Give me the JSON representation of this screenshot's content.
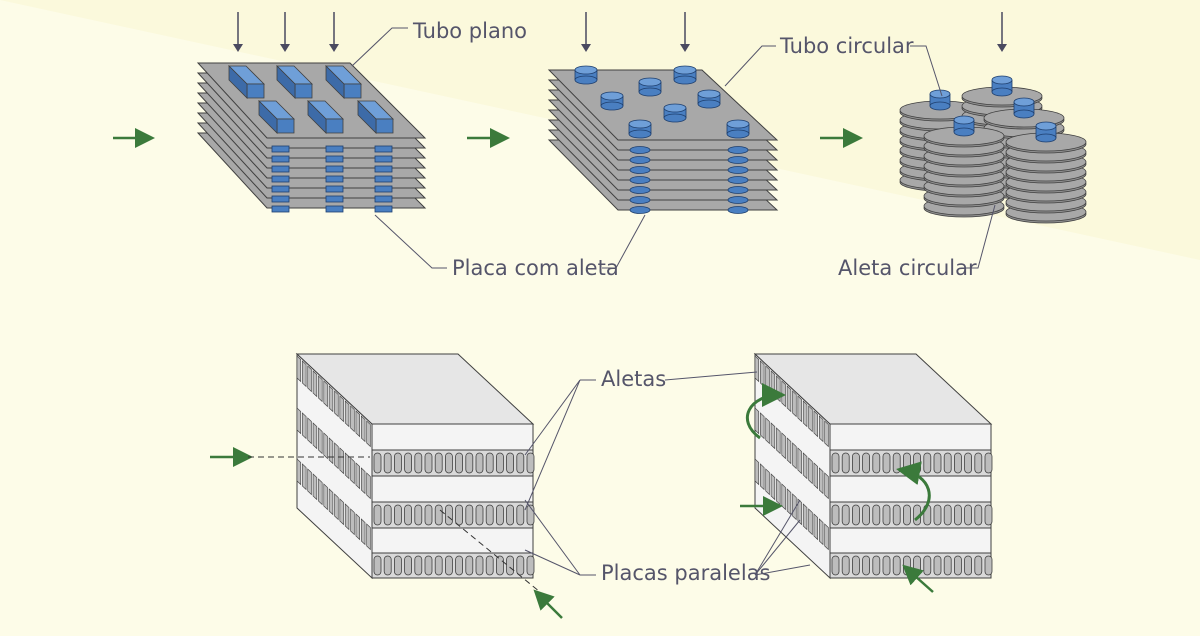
{
  "labels": {
    "flat_tube": "Tubo plano",
    "circular_tube": "Tubo circular",
    "finned_plate": "Placa com aleta",
    "circular_fin": "Aleta circular",
    "fins": "Aletas",
    "parallel_plates": "Placas paralelas"
  },
  "colors": {
    "background": "#fdfce8",
    "background_band": "#fbf9e0",
    "plate_fill": "#a8a8a8",
    "plate_stroke": "#404040",
    "tube_front": "#4a7fc1",
    "tube_top": "#6f9fd8",
    "tube_stroke": "#1e3f6e",
    "flow_arrow": "#3b7a3b",
    "input_arrow": "#4a4a60",
    "leader_line": "#55556a",
    "block_top": "#e6e6e6",
    "block_side": "#f4f4f4",
    "fin_fill": "#bdbdbd"
  },
  "icons": {
    "flow": "green-flow-arrow",
    "input": "down-arrow"
  }
}
